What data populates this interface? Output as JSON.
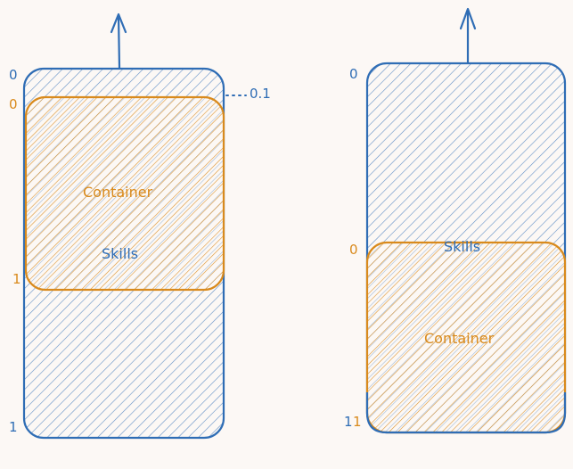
{
  "colors": {
    "blue": "#2f6db5",
    "orange": "#d98a1c",
    "background": "#fcf8f5"
  },
  "left_diagram": {
    "skills_top_tick": "0",
    "skills_bottom_tick": "1",
    "container_top_tick": "0",
    "container_bottom_tick": "1",
    "offset_label": "0.1",
    "container_label": "Container",
    "skills_label": "Skills"
  },
  "right_diagram": {
    "skills_top_tick": "0",
    "skills_bottom_tick": "1",
    "container_top_tick": "0",
    "container_bottom_tick": "1",
    "skills_label": "Skills",
    "container_label": "Container"
  }
}
